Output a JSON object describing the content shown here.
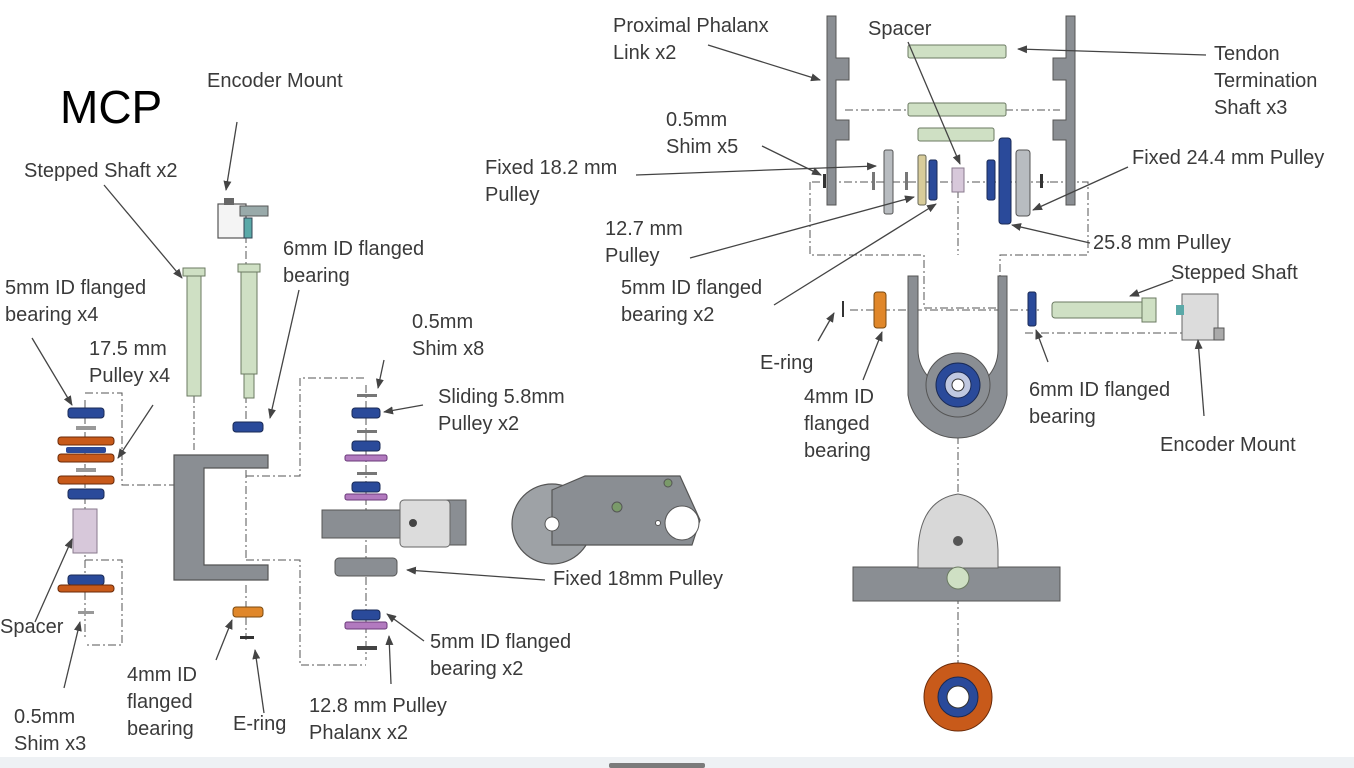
{
  "title": "MCP",
  "left_labels": {
    "encoder_mount": "Encoder Mount",
    "stepped_shaft": "Stepped Shaft x2",
    "bearing_6mm": "6mm ID flanged\nbearing",
    "bearing_5mm_x4": "5mm ID flanged\nbearing x4",
    "pulley_17_5": "17.5 mm\nPulley x4",
    "shim_x8": "0.5mm\nShim x8",
    "sliding_pulley": "Sliding 5.8mm\nPulley x2",
    "fixed_18": "Fixed 18mm Pulley",
    "bearing_5mm_x2": "5mm ID flanged\nbearing x2",
    "pulley_12_8": "12.8 mm Pulley\nPhalanx x2",
    "e_ring": "E-ring",
    "bearing_4mm": "4mm ID\nflanged\nbearing",
    "spacer": "Spacer",
    "shim_x3": "0.5mm\nShim x3"
  },
  "right_labels": {
    "proximal_link": "Proximal Phalanx\nLink x2",
    "spacer": "Spacer",
    "tendon_shaft": "Tendon\nTermination\nShaft x3",
    "shim_x5": "0.5mm\nShim x5",
    "fixed_18_2": "Fixed 18.2 mm\nPulley",
    "fixed_24_4": "Fixed 24.4 mm Pulley",
    "pulley_12_7": "12.7 mm\nPulley",
    "pulley_25_8": "25.8 mm Pulley",
    "bearing_5mm_x2": "5mm ID flanged\nbearing x2",
    "stepped_shaft": "Stepped Shaft",
    "e_ring": "E-ring",
    "bearing_4mm": "4mm ID\nflanged\nbearing",
    "bearing_6mm": "6mm ID flanged\nbearing",
    "encoder_mount": "Encoder Mount"
  },
  "colors": {
    "bearing_blue": "#2a4a9a",
    "bearing_orange": "#c85a1a",
    "shaft_green": "#cfe0c4",
    "part_gray": "#8a8e93",
    "spacer_lavender": "#d7c8da",
    "arrow": "#444444"
  }
}
